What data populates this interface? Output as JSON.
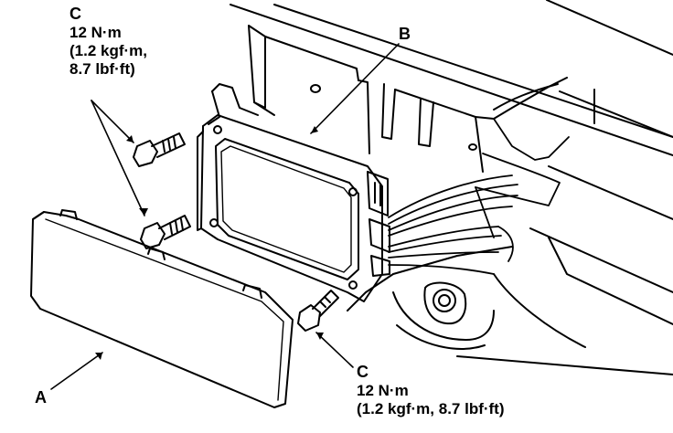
{
  "labels": {
    "a": "A",
    "b": "B",
    "c_top": {
      "letter": "C",
      "torque": "12 N·m",
      "line2": "(1.2 kgf·m,",
      "line3": "8.7 lbf·ft)"
    },
    "c_bottom": {
      "letter": "C",
      "torque": "12 N·m",
      "line2": "(1.2 kgf·m, 8.7 lbf·ft)"
    }
  },
  "colors": {
    "ink": "#000000",
    "paper": "#ffffff"
  }
}
